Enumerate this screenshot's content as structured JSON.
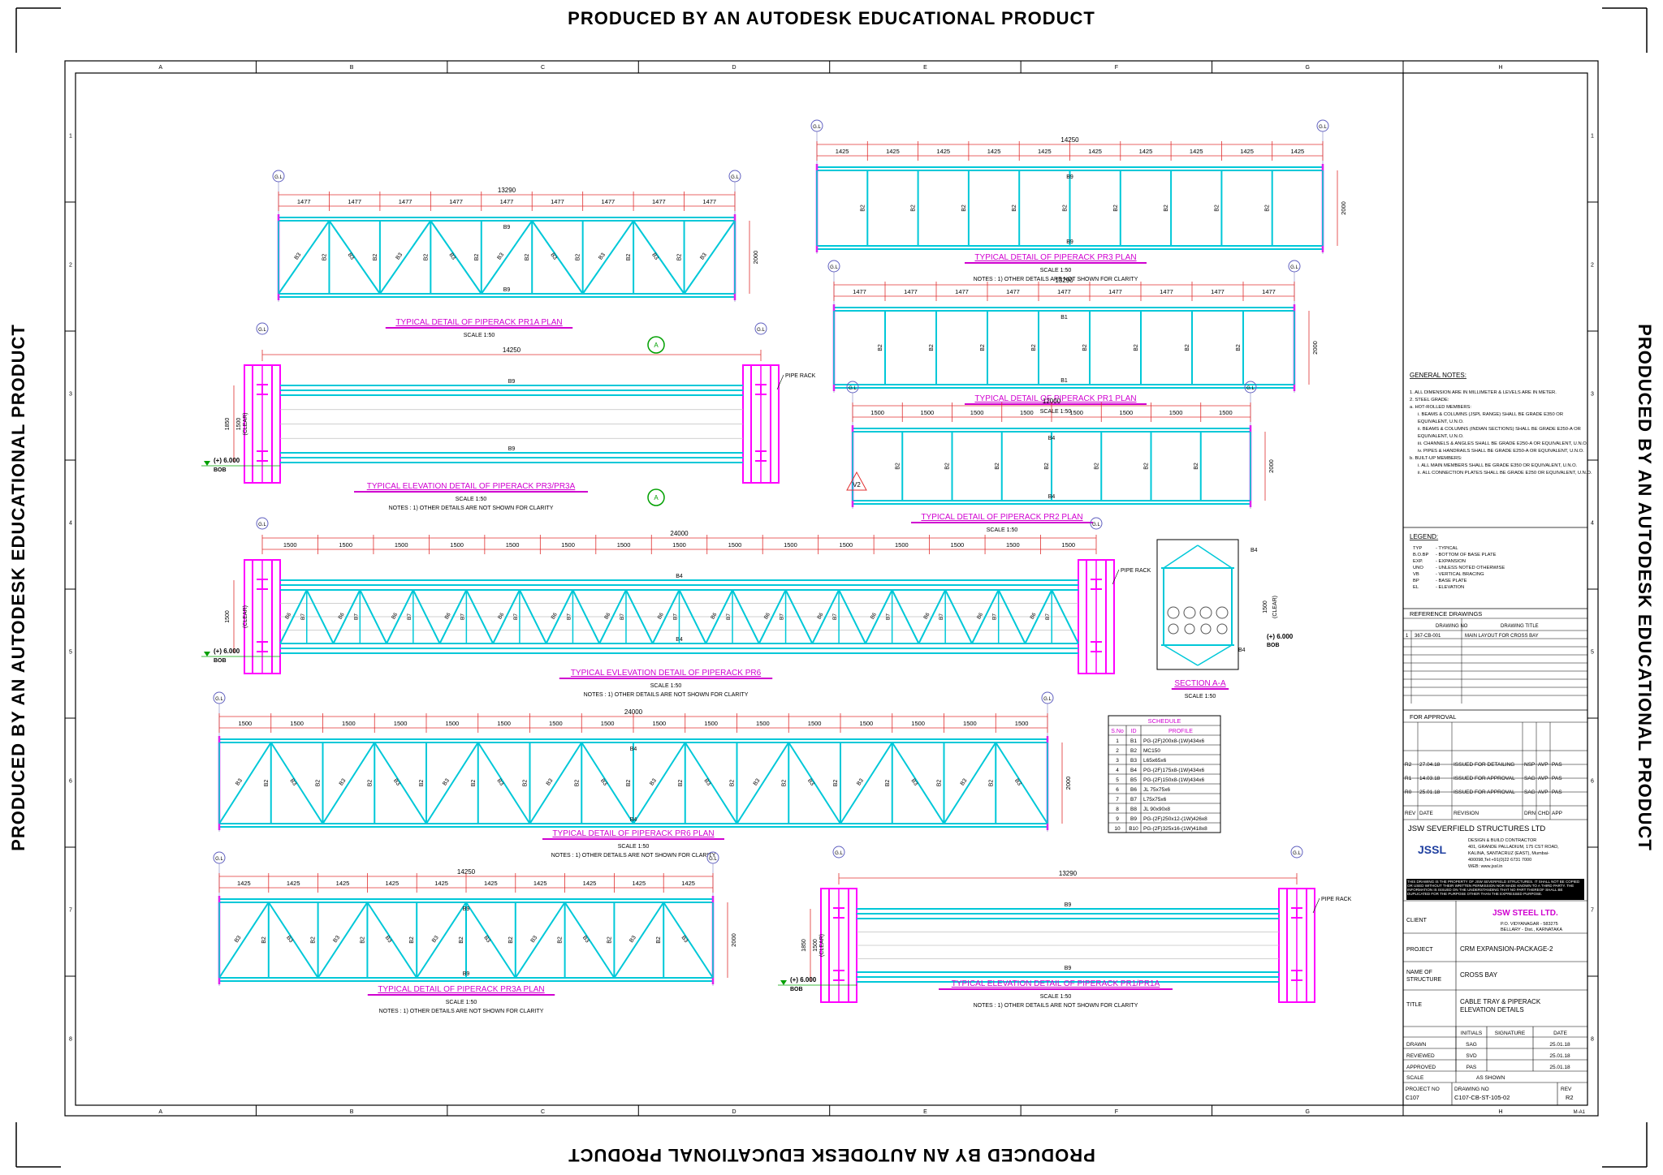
{
  "watermark": "PRODUCED BY AN AUTODESK EDUCATIONAL PRODUCT",
  "border_columns": [
    "A",
    "B",
    "C",
    "D",
    "E",
    "F",
    "G",
    "H"
  ],
  "border_rows": [
    "1",
    "2",
    "3",
    "4",
    "5",
    "6",
    "7",
    "8"
  ],
  "colors": {
    "member": "#00c8d8",
    "column": "#ff00ff",
    "dimension": "#e03030",
    "title": "#d000d0",
    "text": "#000000",
    "section": "#00a000"
  },
  "gl_label": "G.L",
  "drawings": {
    "pr1a_plan": {
      "title": "TYPICAL DETAIL OF PIPERACK PR1A PLAN",
      "scale": "SCALE 1:50",
      "total": "13290",
      "bay": "1477",
      "width": "2000",
      "top": "B9",
      "bottom": "B9",
      "diag": "B3",
      "vert": "B2"
    },
    "pr3_plan": {
      "title": "TYPICAL DETAIL OF PIPERACK PR3 PLAN",
      "scale": "SCALE 1:50",
      "notes": "NOTES : 1) OTHER DETAILS ARE NOT SHOWN FOR CLARITY",
      "total": "14250",
      "bay": "1425",
      "width": "2000",
      "top": "B9",
      "bottom": "B9",
      "vert": "B2"
    },
    "pr1_plan": {
      "title": "TYPICAL DETAIL OF PIPERACK PR1 PLAN",
      "scale": "SCALE 1:50",
      "total": "13290",
      "bay": "1477",
      "width": "2000",
      "top": "B1",
      "bottom": "B1",
      "vert": "B2"
    },
    "pr2_plan": {
      "title": "TYPICAL DETAIL OF PIPERACK PR2 PLAN",
      "scale": "SCALE 1:50",
      "total": "12000",
      "bay": "1500",
      "width": "2000",
      "top": "B4",
      "bottom": "B4",
      "vert": "B2",
      "tag": "V2"
    },
    "pr3_elev": {
      "title": "TYPICAL ELEVATION DETAIL OF PIPERACK PR3/PR3A",
      "scale": "SCALE 1:50",
      "notes": "NOTES : 1) OTHER DETAILS ARE NOT SHOWN FOR CLARITY",
      "total": "14250",
      "top": "B9",
      "bottom": "B9",
      "pipe_rack": "PIPE RACK",
      "h1": "1850",
      "h2": "1500",
      "clear": "(CLEAR)",
      "level": "(+) 6.000",
      "bob": "BOB"
    },
    "pr6_elev": {
      "title": "TYPICAL EVLEVATION DETAIL OF PIPERACK PR6",
      "scale": "SCALE 1:50",
      "notes": "NOTES : 1) OTHER DETAILS ARE NOT SHOWN FOR CLARITY",
      "total": "24000",
      "bay": "1500",
      "top": "B4",
      "bottom": "B4",
      "diag": "B6",
      "vert": "B7",
      "pipe_rack": "PIPE RACK",
      "h": "1500",
      "clear": "(CLEAR)",
      "level": "(+) 6.000",
      "bob": "BOB"
    },
    "section_aa": {
      "title": "SECTION A-A",
      "scale": "SCALE 1:50",
      "member": "B4",
      "h": "1500",
      "clear": "(CLEAR)",
      "level": "(+) 6.000",
      "bob": "BOB",
      "marker": "A"
    },
    "pr6_plan": {
      "title": "TYPICAL DETAIL OF PIPERACK PR6 PLAN",
      "scale": "SCALE 1:50",
      "notes": "NOTES : 1) OTHER DETAILS ARE NOT SHOWN FOR CLARITY",
      "total": "24000",
      "bay": "1500",
      "width": "2000",
      "top": "B4",
      "bottom": "B4",
      "diag": "B3",
      "vert": "B2"
    },
    "pr3a_plan": {
      "title": "TYPICAL DETAIL OF PIPERACK PR3A PLAN",
      "scale": "SCALE 1:50",
      "notes": "NOTES : 1) OTHER DETAILS ARE NOT SHOWN FOR CLARITY",
      "total": "14250",
      "bay": "1425",
      "width": "2000",
      "top": "B9",
      "bottom": "B9",
      "diag": "B3",
      "vert": "B2"
    },
    "pr1_elev": {
      "title": "TYPICAL ELEVATION DETAIL OF PIPERACK PR1/PR1A",
      "scale": "SCALE 1:50",
      "notes": "NOTES : 1) OTHER DETAILS ARE NOT SHOWN FOR CLARITY",
      "total": "13290",
      "top": "B9",
      "bottom": "B9",
      "pipe_rack": "PIPE RACK",
      "h1": "1850",
      "h2": "1500",
      "clear": "(CLEAR)",
      "level": "(+) 6.000",
      "bob": "BOB"
    }
  },
  "schedule": {
    "title": "SCHEDULE",
    "headers": [
      "S.No",
      "ID",
      "PROFILE"
    ],
    "rows": [
      [
        "1",
        "B1",
        "PG-(2F)200x8-(1W)434x6"
      ],
      [
        "2",
        "B2",
        "MC150"
      ],
      [
        "3",
        "B3",
        "L65x65x6"
      ],
      [
        "4",
        "B4",
        "PG-(2F)175x8-(1W)434x6"
      ],
      [
        "5",
        "B5",
        "PG-(2F)150x8-(1W)434x6"
      ],
      [
        "6",
        "B6",
        "JL 75x75x6"
      ],
      [
        "7",
        "B7",
        "L75x75x6"
      ],
      [
        "8",
        "B8",
        "JL 90x90x8"
      ],
      [
        "9",
        "B9",
        "PG-(2F)250x12-(1W)426x8"
      ],
      [
        "10",
        "B10",
        "PG-(2F)325x16-(1W)418x8"
      ]
    ]
  },
  "general_notes": {
    "title": "GENERAL NOTES:",
    "lines": [
      "1. ALL DIMENSION ARE IN MILLIMETER & LEVELS ARE IN METER.",
      "2. STEEL GRADE:",
      "a. HOT-ROLLED MEMBERS:",
      "i. BEAMS & COLUMNS (JSPL RANGE) SHALL BE GRADE E350 OR",
      "EQUIVALENT, U.N.O.",
      "ii. BEAMS & COLUMNS (INDIAN SECTIONS) SHALL BE GRADE E250-A OR",
      "EQUIVALENT, U.N.O.",
      "iii. CHANNELS & ANGLES SHALL BE GRADE E250-A OR EQUIVALENT, U.N.O.",
      "iv. PIPES & HANDRAILS SHALL BE GRADE E250-A OR EQUIVALENT, U.N.O.",
      "b. BUILT-UP MEMBERS:",
      "i. ALL MAIN MEMBERS SHALL BE GRADE E350 OR EQUIVALENT, U.N.O.",
      "ii. ALL CONNECTION PLATES SHALL BE GRADE E250 OR EQUIVALENT, U.N.O."
    ]
  },
  "legend": {
    "title": "LEGEND:",
    "items": [
      [
        "TYP",
        "- TYPICAL"
      ],
      [
        "B.O.BP",
        "- BOTTOM OF BASE PLATE"
      ],
      [
        "EXP.",
        "- EXPANSION"
      ],
      [
        "UNO",
        "- UNLESS NOTED OTHERWISE"
      ],
      [
        "VB",
        "- VERTICAL BRACING"
      ],
      [
        "BP",
        "- BASE PLATE"
      ],
      [
        "EL",
        "- ELEVATION"
      ]
    ]
  },
  "reference": {
    "title": "REFERENCE DRAWINGS",
    "headers": [
      "DRAWING NO",
      "DRAWING TITLE"
    ],
    "rows": [
      [
        "1",
        "367-CB-001",
        "MAIN LAYOUT FOR CROSS BAY"
      ]
    ]
  },
  "approval": {
    "title": "FOR APPROVAL",
    "revisions": [
      [
        "R2",
        "27.04.18",
        "ISSUED FOR DETAILING",
        "NSP",
        "AVP",
        "PAS"
      ],
      [
        "R1",
        "14.03.18",
        "ISSUED FOR APPROVAL",
        "SAG",
        "AVP",
        "PAS"
      ],
      [
        "R0",
        "25.01.18",
        "ISSUED FOR APPROVAL",
        "SAG",
        "AVP",
        "PAS"
      ]
    ],
    "headers": [
      "REV",
      "DATE",
      "REVISION",
      "DRN",
      "CHD",
      "APP"
    ]
  },
  "company": {
    "name": "JSW SEVERFIELD STRUCTURES LTD",
    "logo": "JSSL",
    "lines": [
      "DESIGN & BUILD CONTRACTOR",
      "401, GRANDE PALLADIUM, 175 CST ROAD,",
      "KALINA, SANTACRUZ (EAST), Mumbai-",
      "400098,Tel:+91(0)22 6731 7000",
      "WEB: www.jssl.in"
    ],
    "disclaimer": "THIS DRAWING IS THE PROPERTY OF JSW SEVERFIELD STRUCTURES. IT SHALL NOT BE COPIED OR USED WITHOUT THEIR WRITTEN PERMISSION NOR MADE KNOWN TO A THIRD PARTY. THE INFORMATION IS ISSUED ON THE UNDERSTANDING THAT NO PART THEREOF SHALL BE DUPLICATED FOR THE PURPOSE OTHER THAN THE EXPRESSED PURPOSE."
  },
  "title_block": {
    "client_label": "CLIENT",
    "client_logo": "JSW STEEL LTD.",
    "client_lines": [
      "P.O. VIDYANAGAR - 583275",
      "BELLARY - Dist., KARNATAKA"
    ],
    "project_label": "PROJECT",
    "project": "CRM EXPANSION-PACKAGE-2",
    "structure_label": "NAME OF STRUCTURE",
    "structure": "CROSS BAY",
    "title_label": "TITLE",
    "title": "CABLE TRAY & PIPERACK ELEVATION DETAILS",
    "sign_headers": [
      "INITIALS",
      "SIGNATURE",
      "DATE"
    ],
    "signoffs": [
      [
        "DRAWN",
        "SAG",
        "25.01.18"
      ],
      [
        "REVIEWED",
        "SVD",
        "25.01.18"
      ],
      [
        "APPROVED",
        "PAS",
        "25.01.18"
      ]
    ],
    "scale_label": "SCALE",
    "scale": "AS SHOWN",
    "project_no_label": "PROJECT NO",
    "project_no": "C107",
    "drawing_no_label": "DRAWING NO",
    "drawing_no": "C107-CB-ST-105-02",
    "rev_label": "REV",
    "rev": "R2",
    "sheet": "M-A1"
  }
}
